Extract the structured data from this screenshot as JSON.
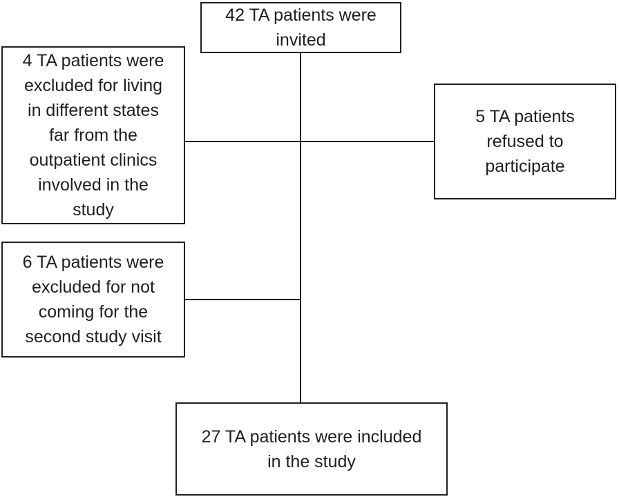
{
  "diagram": {
    "type": "flowchart",
    "colors": {
      "line": "#1f1f1f",
      "text": "#1f1f1f",
      "background": "#ffffff"
    },
    "nodes": {
      "invited": {
        "text": "42 TA patients were invited",
        "lines": [
          "42 TA patients were",
          "invited"
        ]
      },
      "excluded_distance": {
        "text": "4 TA patients were excluded for living in different states far from the outpatient clinics involved in the study",
        "lines": [
          "4 TA patients were",
          "excluded for living",
          "in different states",
          "far from the",
          "outpatient clinics",
          "involved in the",
          "study"
        ]
      },
      "refused": {
        "text": "5 TA patients refused to participate",
        "lines": [
          "5 TA patients",
          "refused to",
          "participate"
        ]
      },
      "excluded_visit": {
        "text": "6 TA patients were excluded for not coming for the second study visit",
        "lines": [
          "6 TA patients were",
          "excluded for not",
          "coming for the",
          "second study visit"
        ]
      },
      "included": {
        "text": "27 TA patients were included in the study",
        "lines": [
          "27 TA patients were included",
          "in the study"
        ]
      }
    },
    "edges": [
      {
        "from": "invited",
        "to": "included",
        "shape": "vertical-line"
      },
      {
        "from": "main-line",
        "to": "excluded_distance",
        "shape": "horizontal-branch-left"
      },
      {
        "from": "main-line",
        "to": "refused",
        "shape": "horizontal-branch-right"
      },
      {
        "from": "main-line",
        "to": "excluded_visit",
        "shape": "horizontal-branch-left"
      }
    ]
  }
}
